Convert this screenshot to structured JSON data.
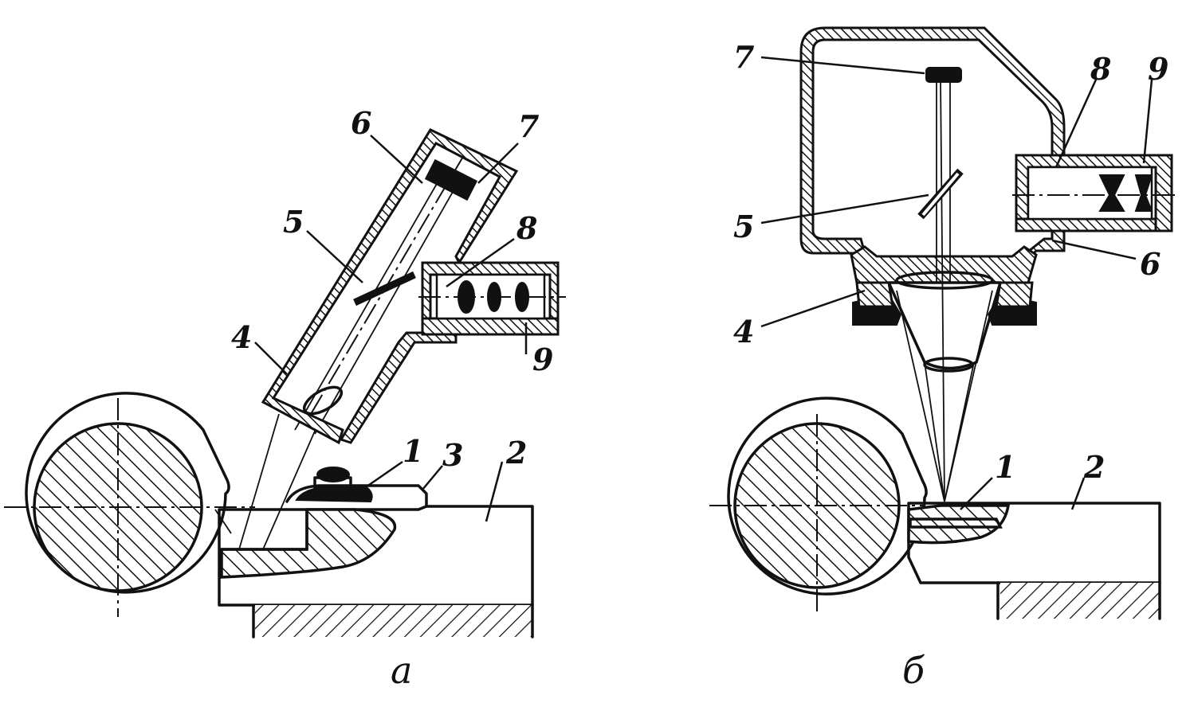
{
  "diagram": {
    "panels": [
      {
        "caption": "а",
        "labels": [
          "1",
          "2",
          "3",
          "4",
          "5",
          "6",
          "7",
          "8",
          "9"
        ]
      },
      {
        "caption": "б",
        "labels": [
          "1",
          "2",
          "4",
          "5",
          "6",
          "7",
          "8",
          "9"
        ]
      }
    ]
  }
}
